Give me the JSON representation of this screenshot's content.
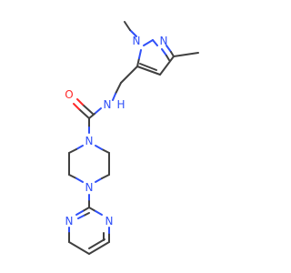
{
  "colors": {
    "background": "#ffffff",
    "carbon_bond": "#404040",
    "nitrogen": "#3050f8",
    "oxygen": "#ff2a2a"
  },
  "atoms": {
    "n_pyrazole_1": "N",
    "n_pyrazole_2": "N",
    "n_amide": "N",
    "h_amide": "H",
    "o_carbonyl": "O",
    "n_piperazine_top": "N",
    "n_piperazine_bottom": "N",
    "n_pyrimidine_left": "N",
    "n_pyrimidine_right": "N"
  }
}
